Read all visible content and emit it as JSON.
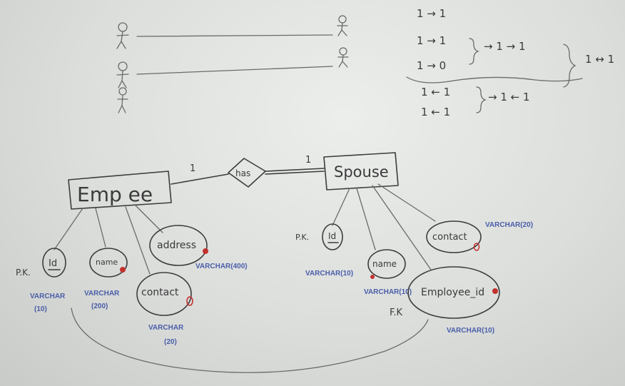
{
  "entities": {
    "employee": "Emp   ee",
    "spouse": "Spouse"
  },
  "relationship": {
    "label": "has",
    "card_left": "1",
    "card_right": "1"
  },
  "employee_attributes": {
    "id": "Id",
    "name": "name",
    "address": "address",
    "contact": "contact",
    "pk_label": "P.K.",
    "id_type_1": "VARCHAR",
    "id_type_2": "(10)",
    "name_type_1": "VARCHAR",
    "name_type_2": "(200)",
    "address_type": "VARCHAR(400)",
    "contact_type_1": "VARCHAR",
    "contact_type_2": "(20)"
  },
  "spouse_attributes": {
    "id": "Id",
    "name": "name",
    "contact": "contact",
    "employee_id": "Employee_id",
    "pk_label": "P.K.",
    "fk_label": "F.K",
    "id_type": "VARCHAR(10)",
    "name_type": "VARCHAR(10)",
    "contact_type": "VARCHAR(20)",
    "employee_id_type": "VARCHAR(10)"
  },
  "cardinality_notes": {
    "line1": "1 → 1",
    "line2": "1 → 1",
    "line3": "1 → 0",
    "result1": "→ 1 → 1",
    "line4": "1 ← 1",
    "line5": "1 ← 1",
    "result2": "→ 1 ← 1",
    "final": "1 ↔ 1"
  },
  "colors": {
    "ink": "#3c3c3c",
    "annotation_blue": "#4a5ea8",
    "marker_red": "#c2312c",
    "board": "#dcdedc"
  }
}
